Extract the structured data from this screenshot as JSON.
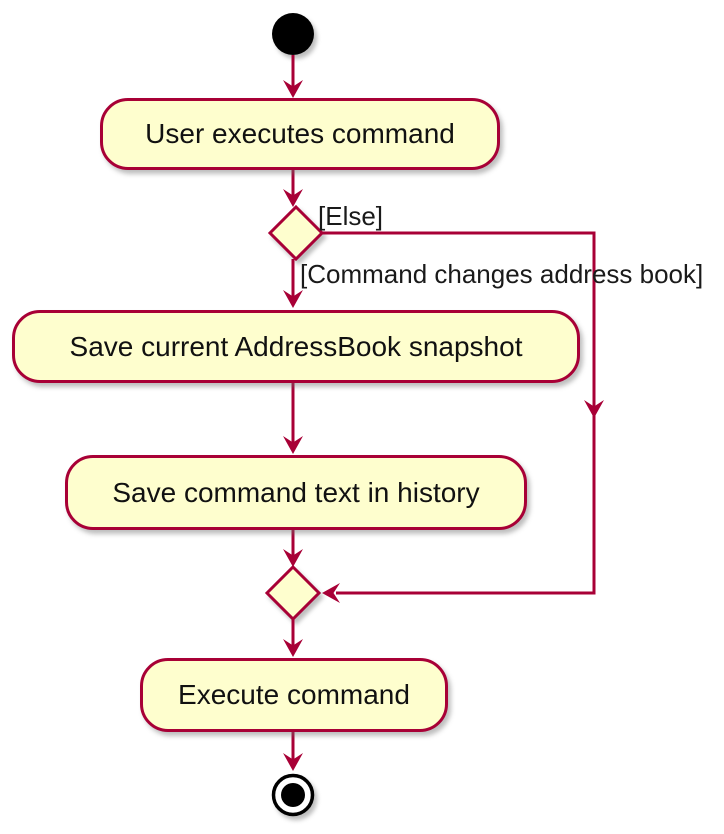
{
  "diagram": {
    "type": "uml-activity-diagram",
    "colors": {
      "background": "#ffffff",
      "node_fill": "#fefece",
      "node_border": "#a80036",
      "edge": "#a80036",
      "text": "#000000",
      "terminal": "#000000"
    },
    "nodes": {
      "start": {
        "type": "start-node"
      },
      "activity_user_executes": {
        "label": "User executes command"
      },
      "decision": {
        "type": "decision-diamond"
      },
      "branch": {
        "else_label": "[Else]",
        "then_label": "[Command changes address book]"
      },
      "activity_save_snapshot": {
        "label": "Save current AddressBook snapshot"
      },
      "activity_save_history": {
        "label": "Save command text in history"
      },
      "merge": {
        "type": "merge-diamond"
      },
      "activity_execute": {
        "label": "Execute command"
      },
      "end": {
        "type": "end-node"
      }
    },
    "flow": [
      "start -> activity_user_executes",
      "activity_user_executes -> decision",
      "decision -[Command changes address book]-> activity_save_snapshot",
      "decision -[Else]-> merge",
      "activity_save_snapshot -> activity_save_history",
      "activity_save_history -> merge",
      "merge -> activity_execute",
      "activity_execute -> end"
    ]
  }
}
